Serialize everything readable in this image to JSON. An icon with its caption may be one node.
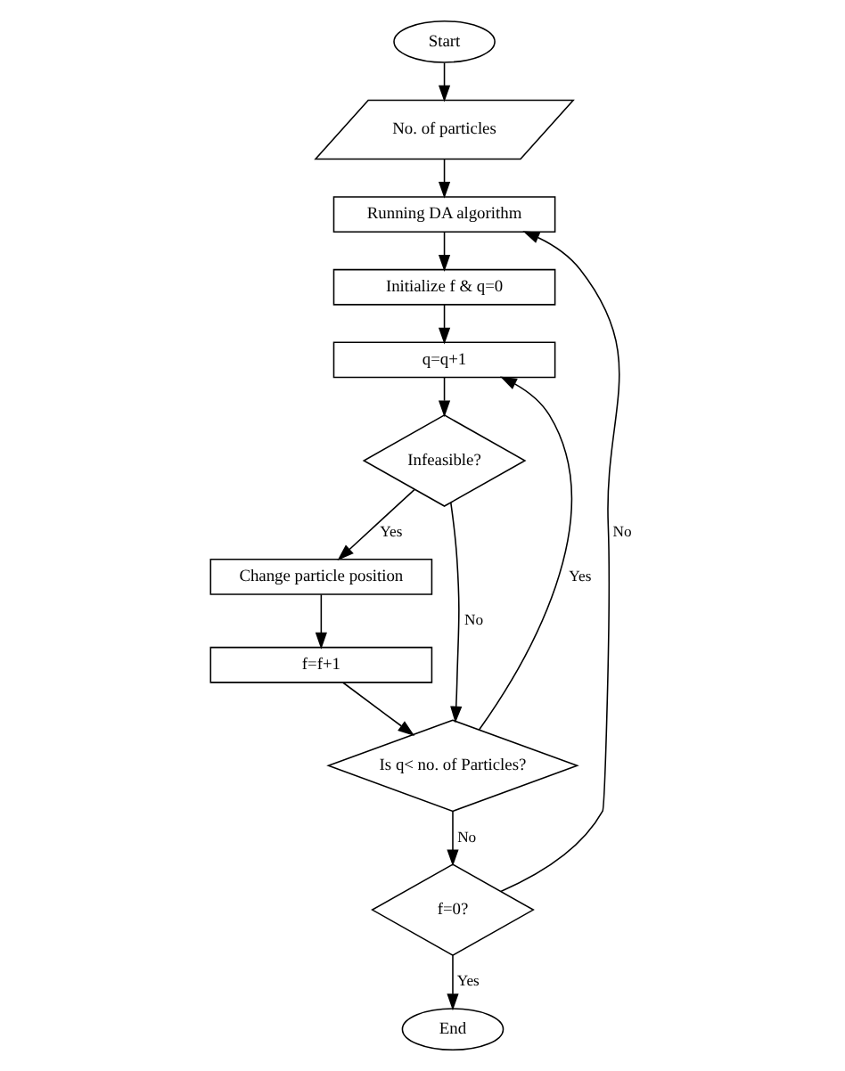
{
  "diagram": {
    "nodes": [
      {
        "text": [
          "Start"
        ]
      },
      {
        "text": [
          "No. of particles"
        ]
      },
      {
        "text": [
          "Running DA algorithm"
        ]
      },
      {
        "text": [
          "Initialize f & q=0"
        ]
      },
      {
        "text": [
          "q=q+1"
        ]
      },
      {
        "text": [
          "Infeasible?"
        ]
      },
      {
        "text": [
          "Change particle position"
        ]
      },
      {
        "text": [
          "f=f+1"
        ]
      },
      {
        "text": [
          "Is q< no. of Particles?"
        ]
      },
      {
        "text": [
          "f=0?"
        ]
      },
      {
        "text": [
          "End"
        ]
      }
    ],
    "edges": [
      {
        "from": 0,
        "to": 1,
        "arrow": "to"
      },
      {
        "from": 1,
        "to": 2,
        "arrow": "to"
      },
      {
        "from": 2,
        "to": 3,
        "arrow": "to"
      },
      {
        "from": 3,
        "to": 4,
        "arrow": "to"
      },
      {
        "from": 4,
        "to": 5,
        "arrow": "to"
      },
      {
        "from": 5,
        "to": 6,
        "arrow": "to",
        "label": "Yes"
      },
      {
        "from": 6,
        "to": 7,
        "arrow": "to"
      },
      {
        "from": 7,
        "to": 8,
        "arrow": "to"
      },
      {
        "from": 5,
        "to": 8,
        "arrow": "to",
        "label": "No"
      },
      {
        "from": 8,
        "to": 4,
        "arrow": "to",
        "label": "Yes"
      },
      {
        "from": 8,
        "to": 9,
        "arrow": "to",
        "label": "No"
      },
      {
        "from": 9,
        "to": 2,
        "arrow": "to",
        "label": "No"
      },
      {
        "from": 9,
        "to": 10,
        "arrow": "to",
        "label": "Yes"
      }
    ]
  }
}
